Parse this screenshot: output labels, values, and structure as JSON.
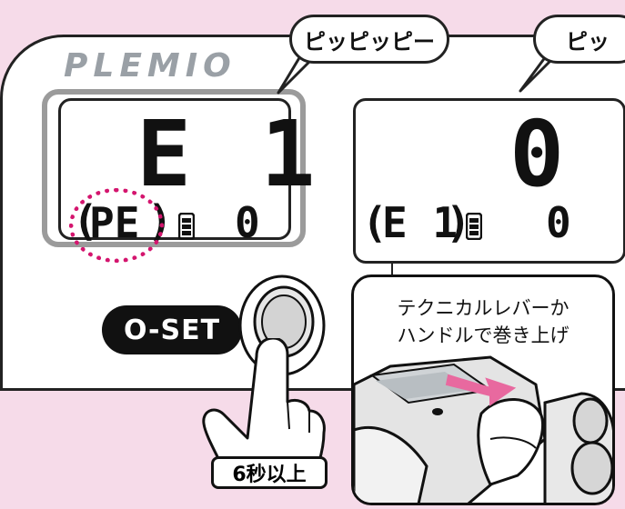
{
  "brand": "PLEMIO",
  "bubbles": {
    "left": "ピッピッピー",
    "right": "ピッ"
  },
  "lcd_left": {
    "main": "E 1",
    "mode": "PE",
    "count": "0"
  },
  "lcd_right": {
    "main": "0",
    "mode": "E 1",
    "count": "0"
  },
  "button": {
    "label": "O-SET"
  },
  "duration_badge": "6秒以上",
  "instruction": {
    "line1": "テクニカルレバーか",
    "line2": "ハンドルで巻き上げ"
  },
  "colors": {
    "background": "#f6dbe9",
    "highlight": "#d4156e",
    "arrow": "#e8699f",
    "frame": "#9b9b9b"
  }
}
